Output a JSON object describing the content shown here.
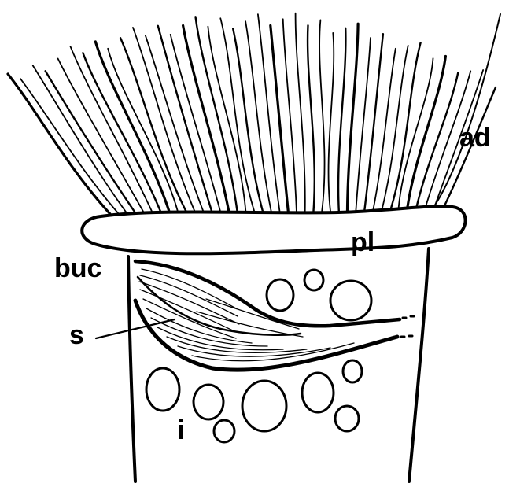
{
  "figure": {
    "colors": {
      "ink": "#000000",
      "paper": "#ffffff"
    },
    "labels": {
      "ad": "ad",
      "pl": "pl",
      "buc": "buc",
      "s": "s",
      "i": "i"
    },
    "cilia_count": 40
  }
}
